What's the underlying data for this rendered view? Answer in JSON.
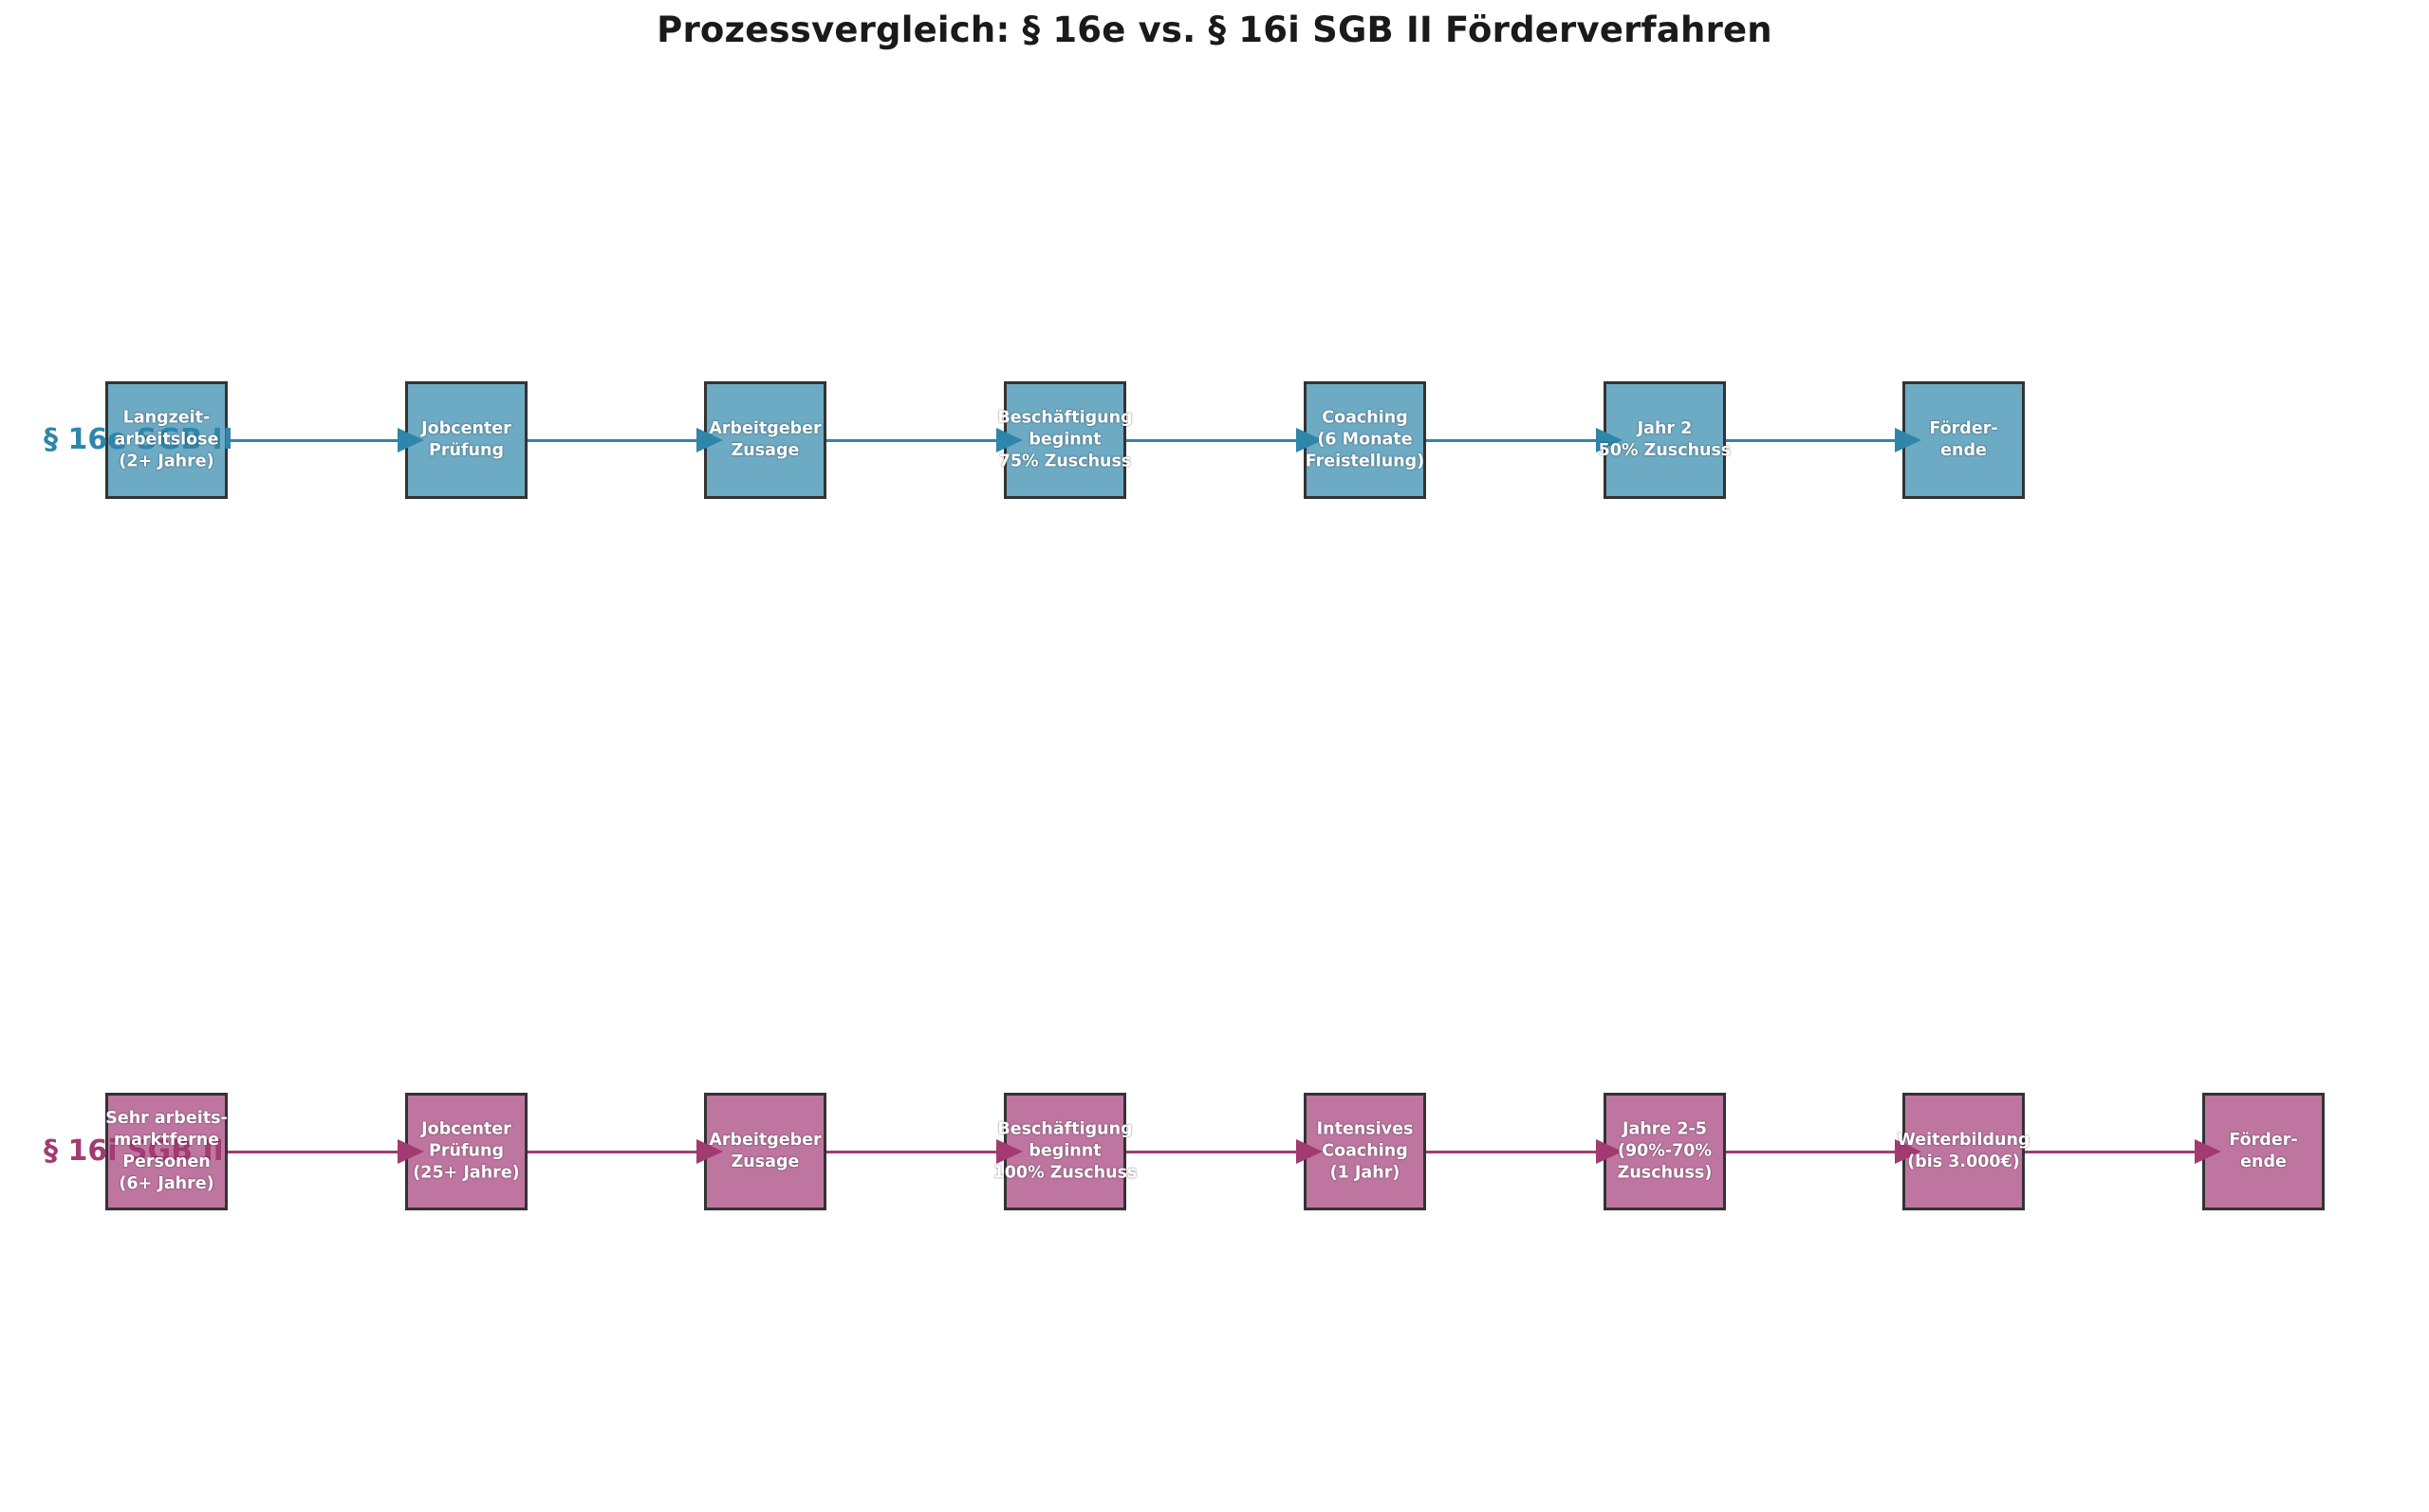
{
  "title": "Prozessvergleich: § 16e vs. § 16i SGB II Förderverfahren",
  "colors": {
    "background": "#ffffff",
    "title": "#1a1a1a",
    "box_border": "#333333",
    "box_text": "#ffffff",
    "row_16e_accent": "#2E86AB",
    "row_16e_fill": "#6DAAC4",
    "row_16i_accent": "#A23B72",
    "row_16i_fill": "#BE76A1"
  },
  "rows": [
    {
      "id": "16e",
      "label": "§ 16e SGB II",
      "accent": "#2E86AB",
      "fill": "#6DAAC4",
      "steps": [
        "Langzeit-\narbeitslose\n(2+ Jahre)",
        "Jobcenter\nPrüfung",
        "Arbeitgeber\nZusage",
        "Beschäftigung\nbeginnt\n75% Zuschuss",
        "Coaching\n(6 Monate\nFreistellung)",
        "Jahr 2\n50% Zuschuss",
        "Förder-\nende"
      ]
    },
    {
      "id": "16i",
      "label": "§ 16i SGB II",
      "accent": "#A23B72",
      "fill": "#BE76A1",
      "steps": [
        "Sehr arbeits-\nmarktferne\nPersonen\n(6+ Jahre)",
        "Jobcenter\nPrüfung\n(25+ Jahre)",
        "Arbeitgeber\nZusage",
        "Beschäftigung\nbeginnt\n100% Zuschuss",
        "Intensives\nCoaching\n(1 Jahr)",
        "Jahre 2-5\n(90%-70%\nZuschuss)",
        "Weiterbildung\n(bis 3.000€)",
        "Förder-\nende"
      ]
    }
  ]
}
